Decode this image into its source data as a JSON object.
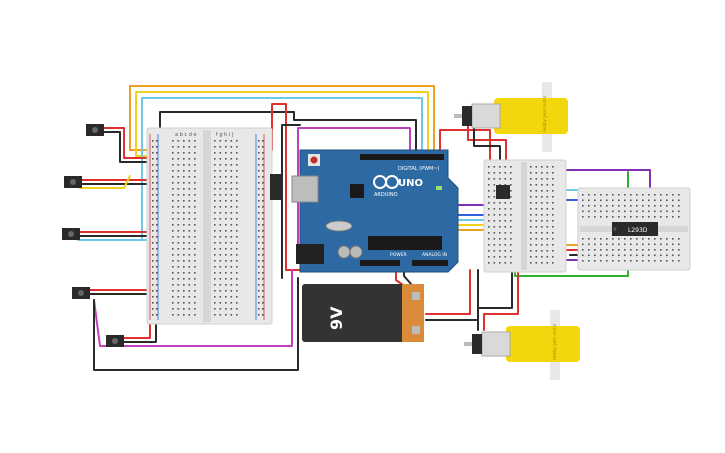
{
  "arduino": {
    "brand_text": "UNO",
    "logo_caption": "ARDUINO",
    "digital_header": "DIGITAL (PWM~)",
    "power_header": "POWER",
    "analog_header": "ANALOG IN",
    "color": "#2d6aa3"
  },
  "battery": {
    "label": "9V",
    "body_color": "#333333",
    "terminal_color": "#d98b3a"
  },
  "motor_driver": {
    "chip_label": "L293D"
  },
  "motors": [
    {
      "label": "Hobby gear motor",
      "color": "#f2d70c"
    },
    {
      "label": "Hobby gear motor",
      "color": "#f2d70c"
    }
  ],
  "breadboard": {
    "column_letters_left": "a b c d e",
    "column_letters_right": "f g h i j"
  },
  "wire_colors": {
    "red": "#e03030",
    "black": "#2a2a2a",
    "orange": "#f0a020",
    "yellow": "#f0d020",
    "lightblue": "#70c8e8",
    "blue": "#3060e0",
    "purple": "#8030b0",
    "magenta": "#c040c0",
    "green": "#30b030",
    "white": "#ffffff"
  }
}
